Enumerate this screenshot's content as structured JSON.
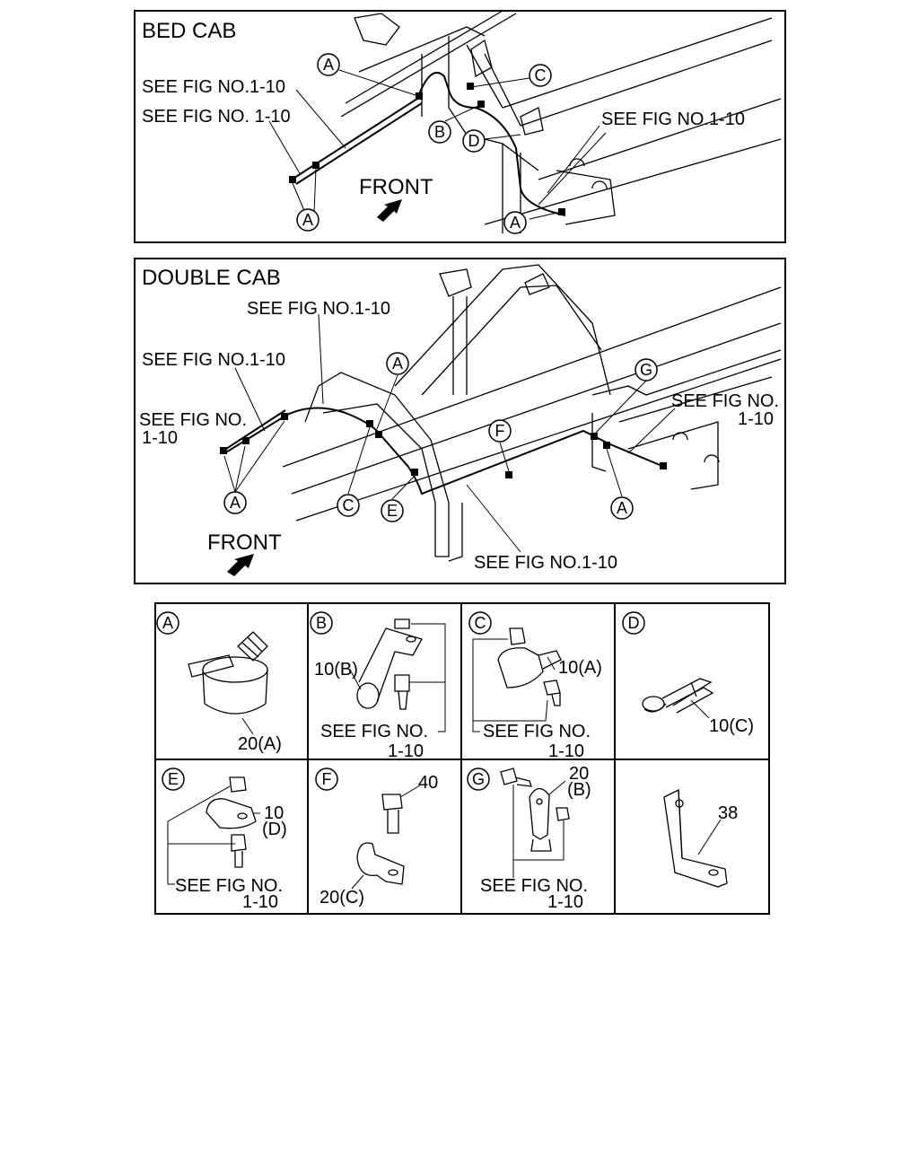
{
  "bed_cab": {
    "title": "BED CAB",
    "ref1": "SEE FIG NO.1-10",
    "ref2": "SEE FIG NO. 1-10",
    "ref3": "SEE FIG NO.1-10",
    "front": "FRONT",
    "callouts": [
      "A",
      "C",
      "B",
      "D",
      "A",
      "A"
    ]
  },
  "double_cab": {
    "title": "DOUBLE CAB",
    "ref_top": "SEE FIG NO.1-10",
    "ref_left": "SEE FIG NO.1-10",
    "ref_far_left_1": "SEE FIG NO.",
    "ref_far_left_2": "1-10",
    "ref_right_1": "SEE FIG NO.",
    "ref_right_2": "1-10",
    "ref_bottom": "SEE FIG NO.1-10",
    "front": "FRONT",
    "callouts": [
      "A",
      "G",
      "F",
      "A",
      "C",
      "E",
      "A"
    ]
  },
  "parts": [
    {
      "letter": "A",
      "labels": [
        "20(A)"
      ]
    },
    {
      "letter": "B",
      "labels": [
        "10(B)",
        "SEE FIG NO.",
        "1-10"
      ]
    },
    {
      "letter": "C",
      "labels": [
        "10(A)",
        "SEE FIG NO.",
        "1-10"
      ]
    },
    {
      "letter": "D",
      "labels": [
        "10(C)"
      ]
    },
    {
      "letter": "E",
      "labels": [
        "10",
        "(D)",
        "SEE FIG NO.",
        "1-10"
      ]
    },
    {
      "letter": "F",
      "labels": [
        "40",
        "20(C)"
      ]
    },
    {
      "letter": "G",
      "labels": [
        "20",
        "(B)",
        "SEE FIG NO.",
        "1-10"
      ]
    },
    {
      "letter": "",
      "labels": [
        "38"
      ]
    }
  ]
}
